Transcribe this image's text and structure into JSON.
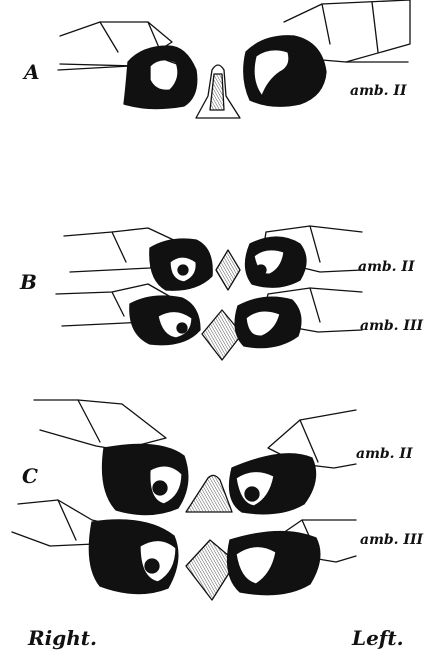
{
  "panels": {
    "a": {
      "letter": "A",
      "ambulacra": [
        "amb. II"
      ]
    },
    "b": {
      "letter": "B",
      "ambulacra": [
        "amb. II",
        "amb. III"
      ]
    },
    "c": {
      "letter": "C",
      "ambulacra": [
        "amb. II",
        "amb. III"
      ]
    }
  },
  "footer": {
    "right": "Right.",
    "left": "Left."
  }
}
